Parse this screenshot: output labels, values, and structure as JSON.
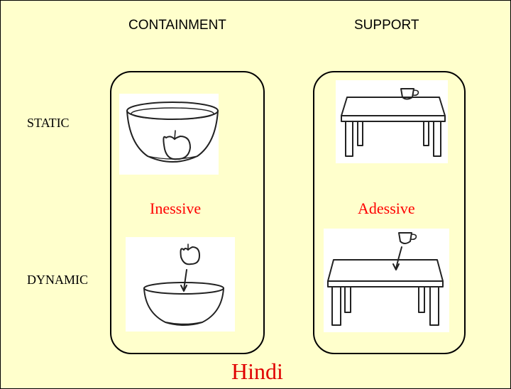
{
  "columns": {
    "containment": "CONTAINMENT",
    "support": "SUPPORT"
  },
  "rows": {
    "static": "STATIC",
    "dynamic": "DYNAMIC"
  },
  "cases": {
    "containment": "Inessive",
    "support": "Adessive"
  },
  "language": "Hindi",
  "colors": {
    "background": "#ffffcc",
    "case_text": "#ff0000",
    "language_text": "#e00000"
  },
  "pictures": {
    "static_containment": "apple in bowl",
    "static_support": "cup on table",
    "dynamic_containment": "apple dropping into bowl",
    "dynamic_support": "cup dropping onto table"
  }
}
